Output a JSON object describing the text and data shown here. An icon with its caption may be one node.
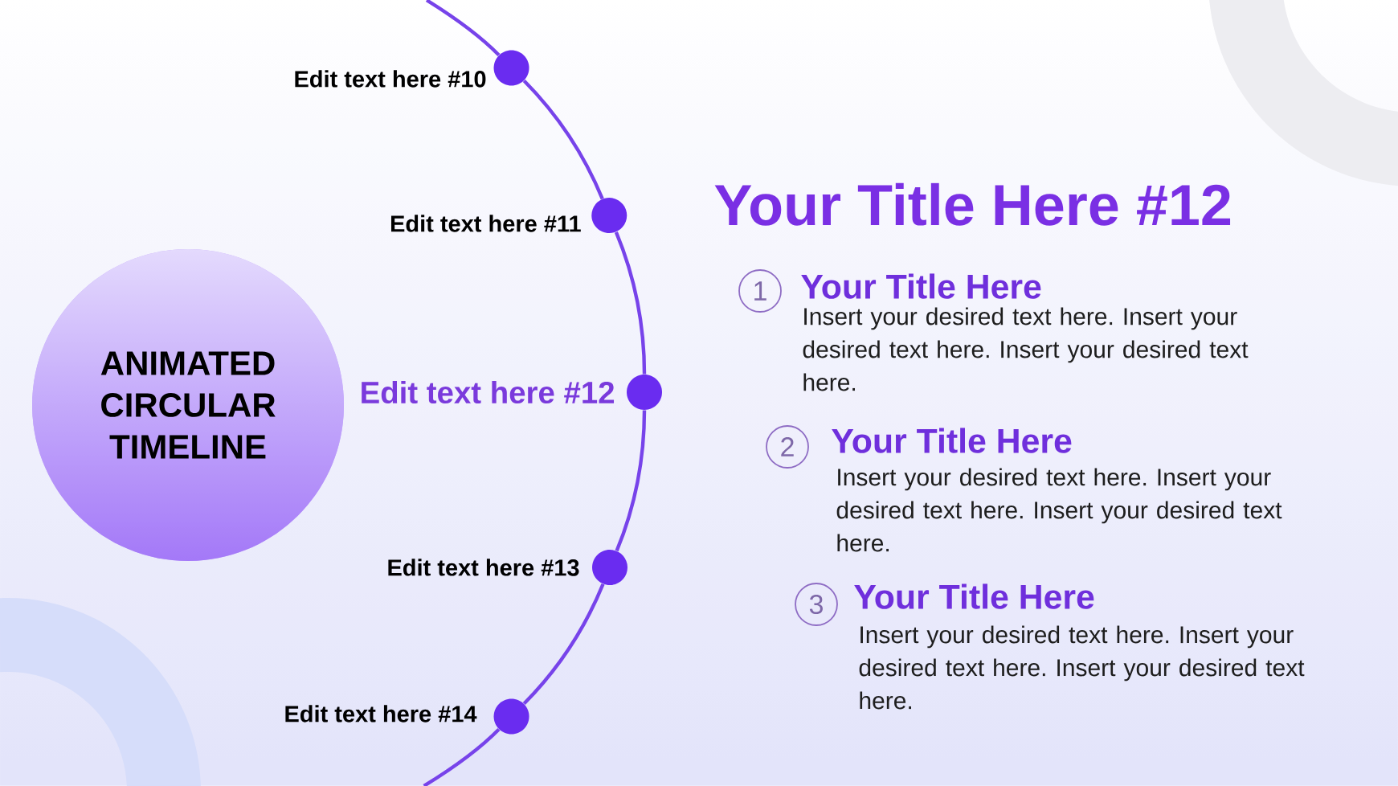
{
  "diagram": {
    "title": "Your Title Here #12",
    "nodes": [
      {
        "text": [
          "ANIMATED CIRCULAR TIMELINE"
        ]
      },
      {
        "text": [],
        "shape": "circle",
        "beside": [
          "Edit text here #10"
        ]
      },
      {
        "text": [],
        "shape": "circle",
        "beside": [
          "Edit text here #11"
        ]
      },
      {
        "text": [],
        "shape": "circle",
        "beside": [
          "Edit text here #12"
        ]
      },
      {
        "text": [],
        "shape": "circle",
        "beside": [
          "Edit text here #13"
        ]
      },
      {
        "text": [],
        "shape": "circle",
        "beside": [
          "Edit text here #14"
        ]
      },
      {
        "text": [
          "1"
        ],
        "beside": [
          "Your Title Here",
          "Insert your desired text here. Insert your desired text here. Insert your desired text here."
        ]
      },
      {
        "text": [
          "2"
        ],
        "beside": [
          "Your Title Here",
          "Insert your desired text here. Insert your desired text here. Insert your desired text here."
        ]
      },
      {
        "text": [
          "3"
        ],
        "beside": [
          "Your Title Here",
          "Insert your desired text here. Insert your desired text here. Insert your desired text here."
        ]
      }
    ],
    "edges": [
      {
        "from": null,
        "to": 1,
        "arrow": "none"
      },
      {
        "from": 1,
        "to": 2,
        "arrow": "none"
      },
      {
        "from": 2,
        "to": 3,
        "arrow": "none"
      },
      {
        "from": 3,
        "to": 4,
        "arrow": "none"
      },
      {
        "from": 4,
        "to": 5,
        "arrow": "none"
      },
      {
        "from": 5,
        "to": null,
        "arrow": "none"
      }
    ]
  }
}
